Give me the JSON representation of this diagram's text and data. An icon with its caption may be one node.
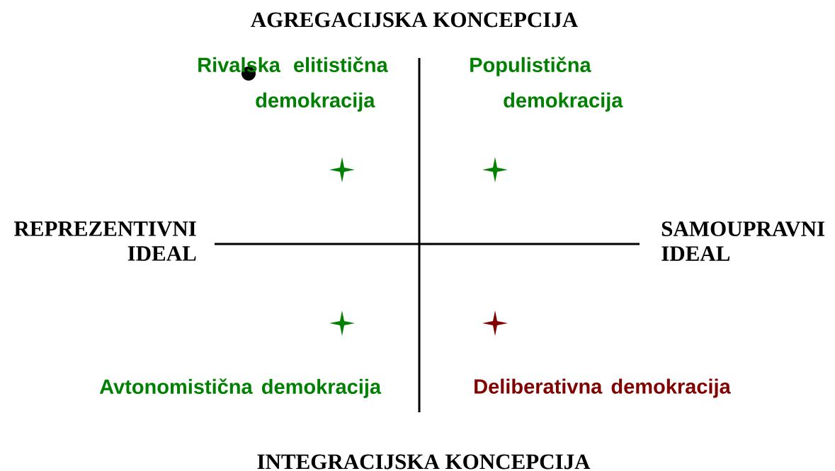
{
  "diagram": {
    "labels": [
      "AGREGACIJSKA KONCEPCIJA",
      "REPREZENTIVNI IDEAL",
      "SAMOUPRAVNI IDEAL",
      "Rivalska elitistična demokracija",
      "Populistična demokracija",
      "Avtonomistična demokracija",
      "Deliberativna demokracija",
      "INTEGRACIJSKA KONCEPCIJA"
    ]
  }
}
